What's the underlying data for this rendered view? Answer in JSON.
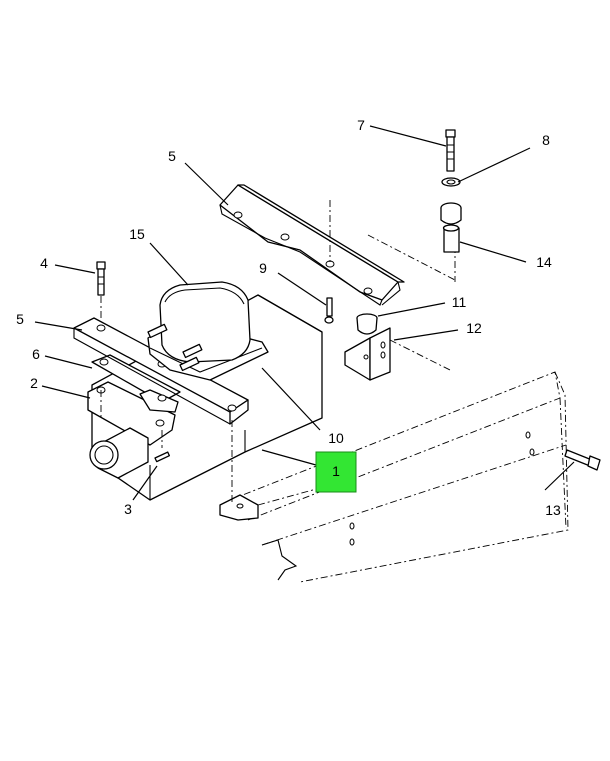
{
  "callouts": {
    "c1": "1",
    "c2": "2",
    "c3": "3",
    "c4": "4",
    "c5a": "5",
    "c5b": "5",
    "c6": "6",
    "c7": "7",
    "c8": "8",
    "c9": "9",
    "c10": "10",
    "c11": "11",
    "c12": "12",
    "c13": "13",
    "c14": "14",
    "c15": "15"
  },
  "highlight": {
    "callout": "1",
    "color": "#33e633"
  },
  "footer": {
    "left": "",
    "right": ""
  }
}
